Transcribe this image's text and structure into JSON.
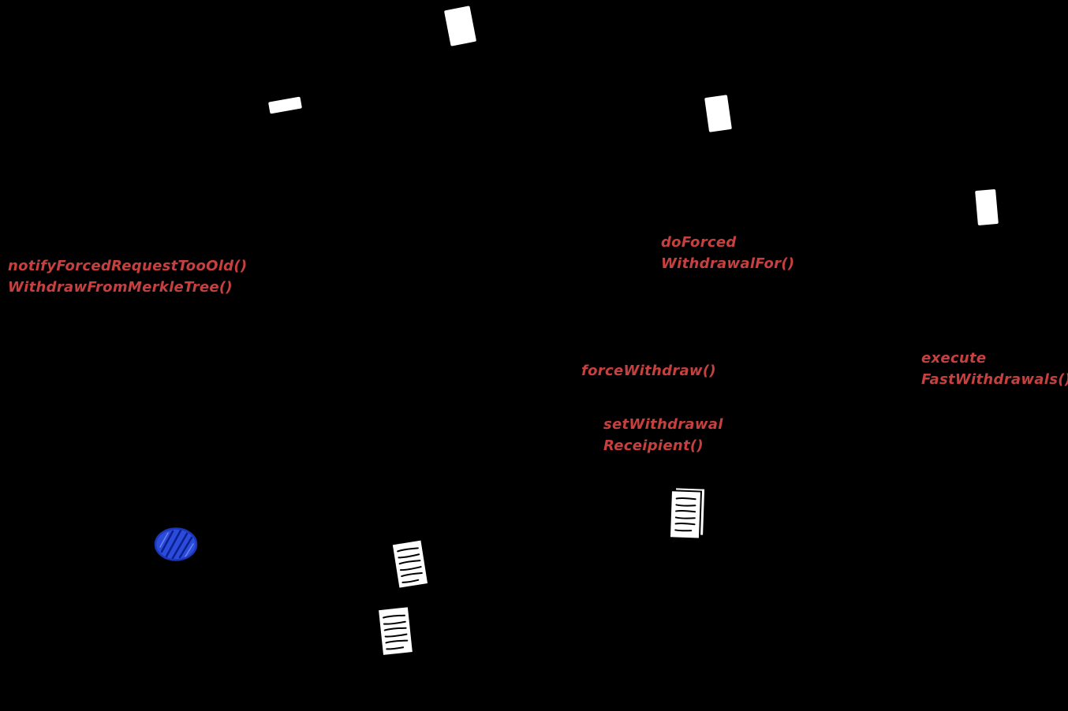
{
  "diagram": {
    "background": "#000000",
    "colors": {
      "label_red": "#c64040",
      "page_white": "#ffffff",
      "scribble_blue": "#2b4bdb"
    },
    "labels": {
      "notify_forced": {
        "line1": "notifyForcedRequestTooOld()",
        "line2": "WithdrawFromMerkleTree()"
      },
      "do_forced": {
        "line1": "doForced",
        "line2": "WithdrawalFor()"
      },
      "force_withdraw": {
        "line1": "forceWithdraw()"
      },
      "set_withdrawal": {
        "line1": "setWithdrawal",
        "line2": "Receipient()"
      },
      "execute_fast": {
        "line1": "execute",
        "line2": "FastWithdrawals()"
      }
    },
    "icons": {
      "page_top": "blank-page-icon",
      "page_smallbar": "small-page-icon",
      "page_right": "blank-page-icon",
      "page_farright": "blank-page-icon",
      "doc_1": "lined-document-icon",
      "doc_2": "lined-document-icon",
      "doc_3": "lined-document-icon",
      "scribble": "scribble-ellipse-icon"
    }
  }
}
